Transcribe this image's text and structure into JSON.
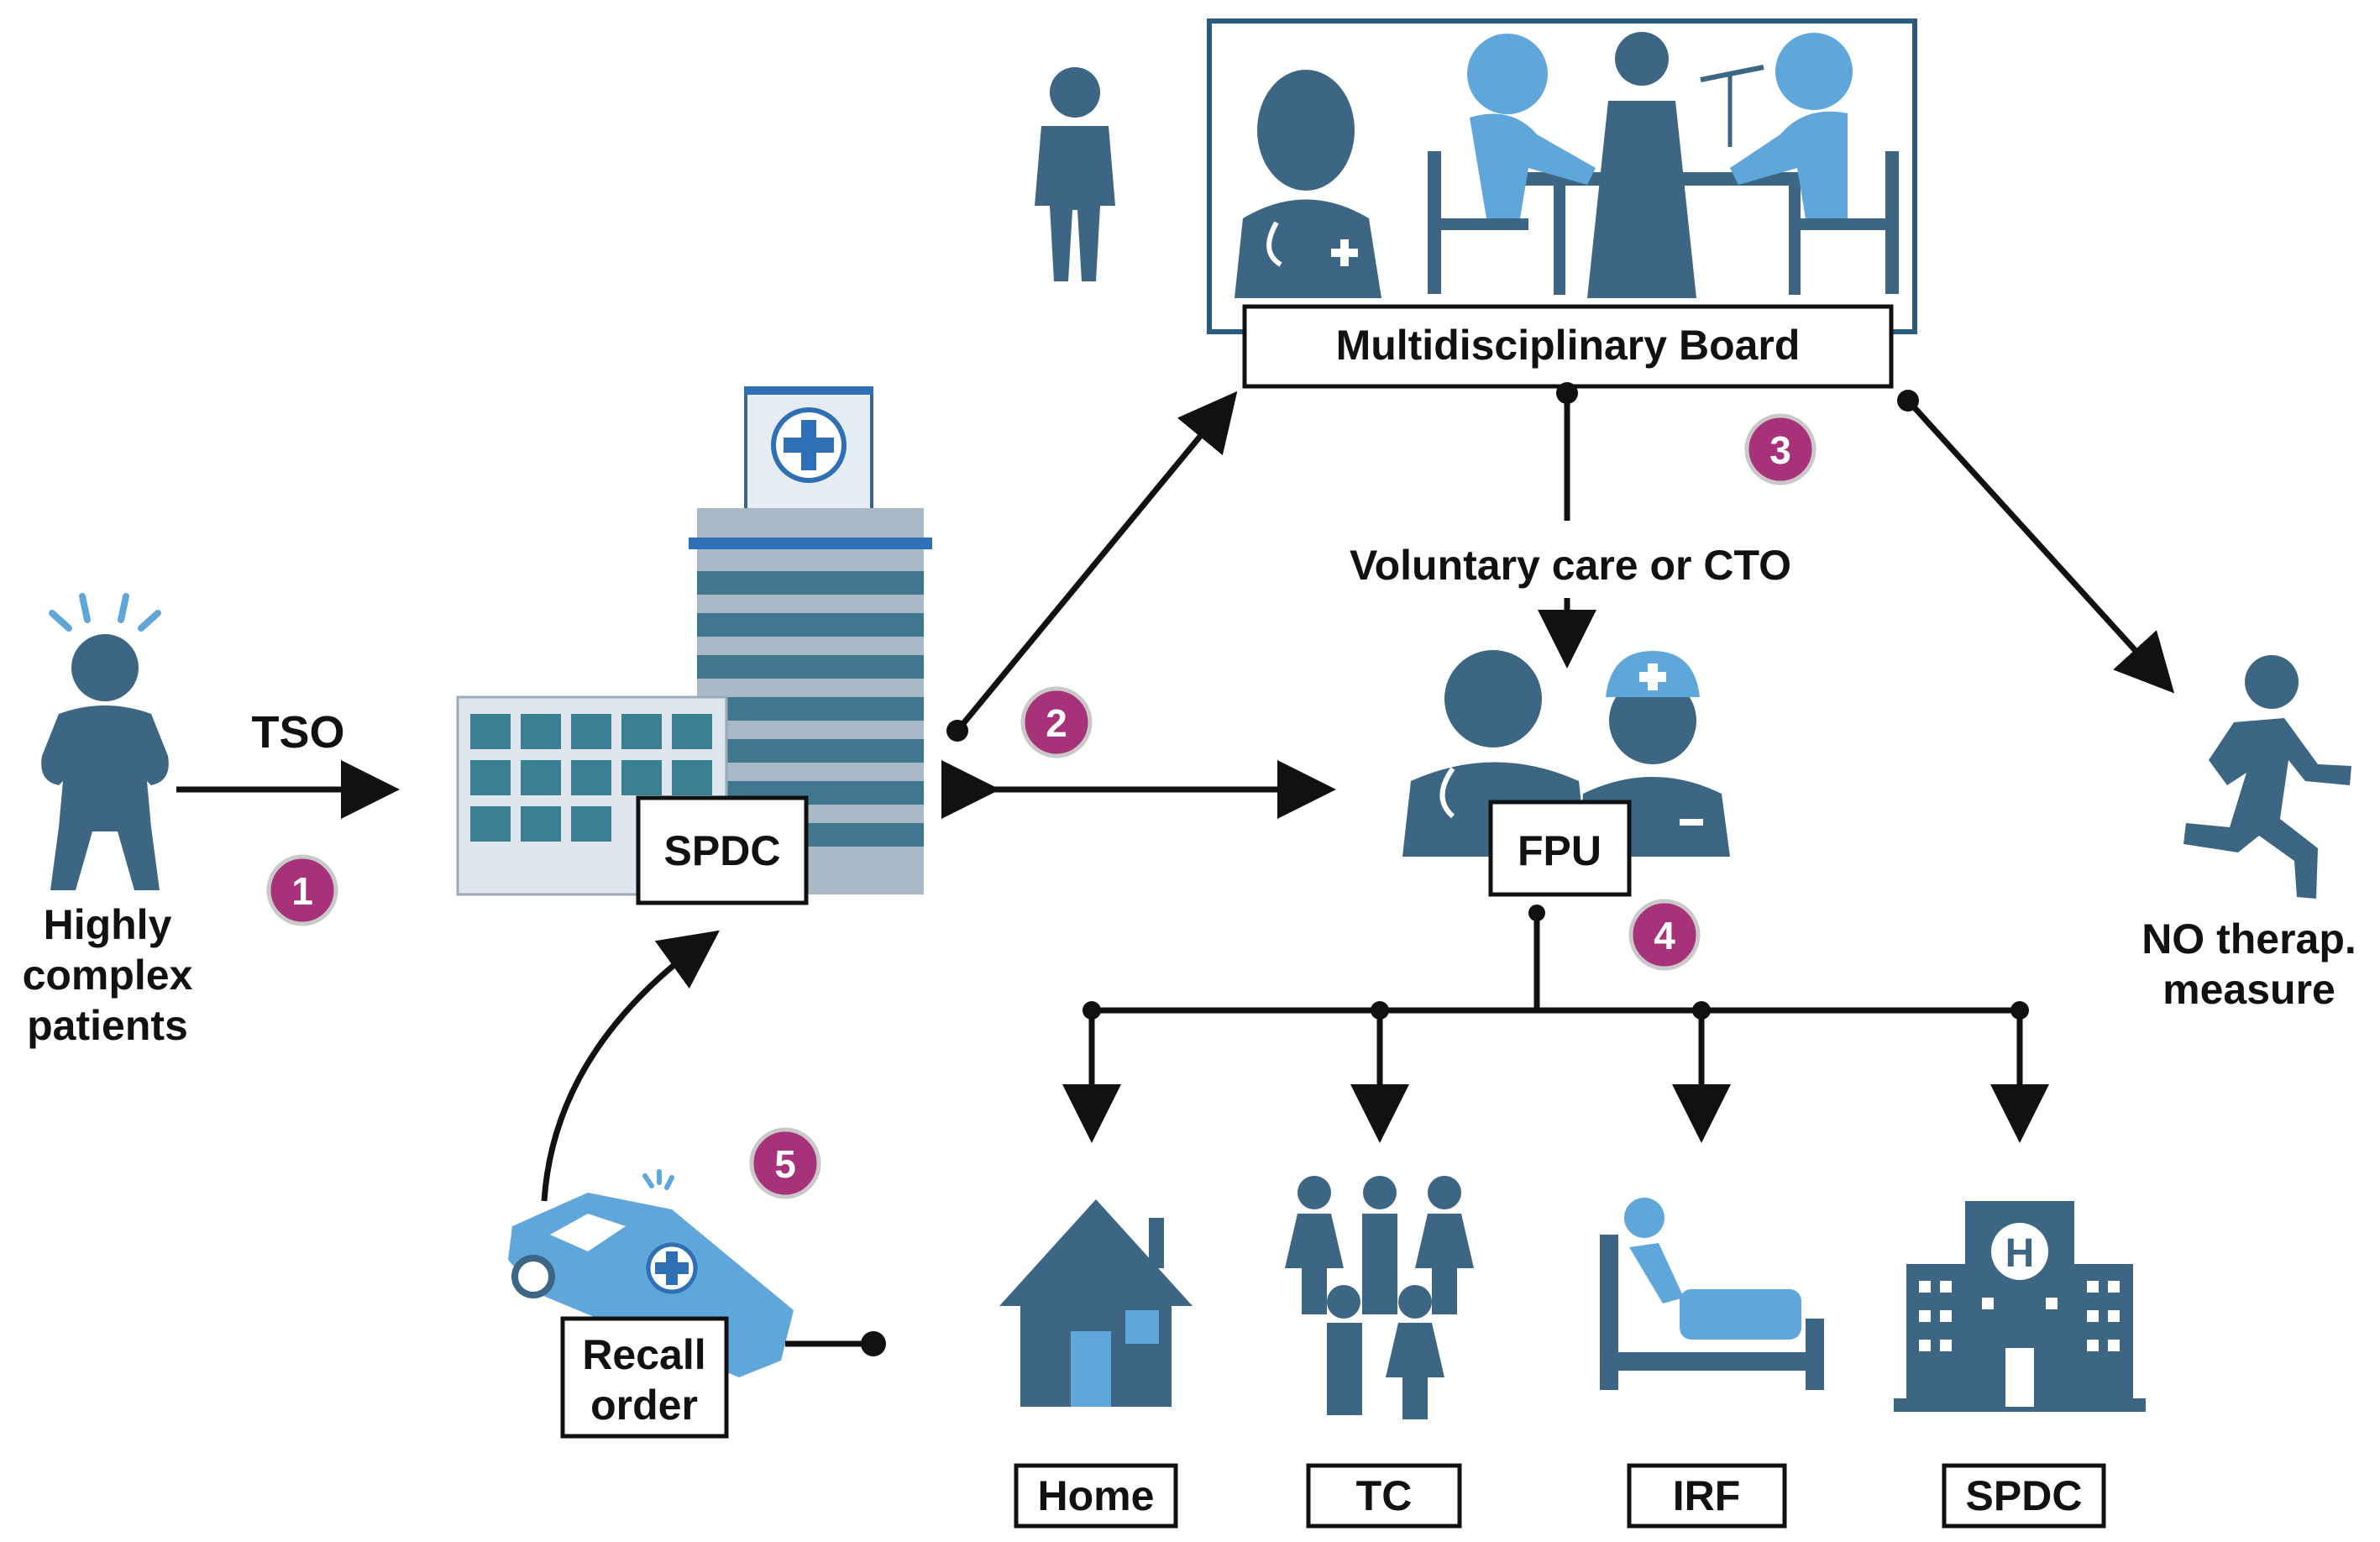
{
  "labels": {
    "patients": [
      "Highly",
      "complex",
      "patients"
    ],
    "tso": "TSO",
    "spdc_hospital": "SPDC",
    "board": "Multidisciplinary Board",
    "voluntary": "Voluntary care or CTO",
    "fpu": "FPU",
    "no_measure": [
      "NO therap.",
      "measure"
    ],
    "recall": [
      "Recall",
      "order"
    ],
    "dest_home": "Home",
    "dest_tc": "TC",
    "dest_irf": "IRF",
    "dest_spdc": "SPDC"
  },
  "steps": [
    "1",
    "2",
    "3",
    "4",
    "5"
  ],
  "colors": {
    "icon_dark": "#3c6683",
    "icon_light": "#5fa7db",
    "badge": "#a8327a",
    "line": "#111111"
  }
}
